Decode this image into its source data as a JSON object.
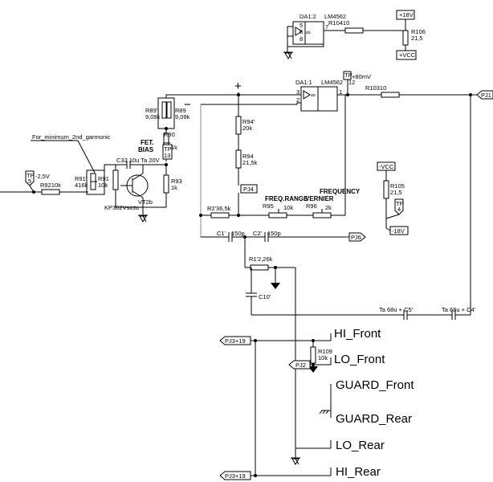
{
  "labels": {
    "da12": "DA1:2",
    "lm4562_top": "LM4562",
    "pin5": "5",
    "pin6": "6",
    "pin8": "8",
    "pin7": "7",
    "r104": "R10410",
    "p18v": "+18V",
    "r106": "R106",
    "r106v": "21,5",
    "pvcc": "+VCC",
    "plus": "+",
    "minus": "−",
    "da11": "DA1:1",
    "lm4562_main": "LM4562",
    "pin12": "12",
    "pin3": "3",
    "pin2": "2",
    "pin1": "1",
    "tp80": "TP +80mV",
    "r103": "R10310",
    "pj1": "PJ1",
    "r89p": "R89'",
    "r89pv": "9,09k",
    "r89": "R89",
    "r89v": "9,09k",
    "r90": "R90",
    "r90v": "1k",
    "fet": "FET.",
    "bias": "BIAS",
    "tp13a": "TP",
    "tp13b": "13",
    "r94p": "R94'",
    "r94pv": "20k",
    "r94": "R94",
    "r94v": "21,5k",
    "pj4": "PJ4",
    "for_min": "For_minimum_2nd_garmonic",
    "tp5a": "TP",
    "tp5b": "5",
    "m25v": "-2,5V",
    "r92": "R9210k",
    "r91p": "R91'",
    "r91pv": "416k",
    "r91": "R91",
    "r91v": "10k",
    "c32": "C32 10u Ta 20V",
    "r93": "R93",
    "r93v": "1k",
    "vt2b": "VT2b",
    "kp302": "KP302Vsictu",
    "r2p": "R2'36,5k",
    "r95": "R95",
    "r95v": "10k",
    "r96": "R96",
    "r96v": "2k",
    "freq_range": "FREQ.RANGE",
    "vernier": "VERNIER",
    "frequency": "FREQUENCY",
    "mvcc": "-VCC",
    "r105": "R105",
    "r105v": "21,5",
    "tp4a": "TP",
    "tp4b": "4",
    "m18v": "-18V",
    "c1p": "C1'",
    "c1pv": "150p",
    "c2p": "C2'",
    "c2pv": "150p",
    "pj6": "PJ6",
    "r1p": "R1'2,26k",
    "c10p": "C10'",
    "c5": "Ta 68u + C5'",
    "c4": "Ta 68u + C4'",
    "pj3a": "PJ3+19",
    "hi_front": "HI_Front",
    "r109": "R109",
    "r109v": "10k",
    "lo_front": "LO_Front",
    "pj2": "PJ2",
    "guard_front": "GUARD_Front",
    "guard_rear": "GUARD_Rear",
    "lo_rear": "LO_Rear",
    "pj3b": "PJ3+19",
    "hi_rear": "HI_Rear"
  }
}
